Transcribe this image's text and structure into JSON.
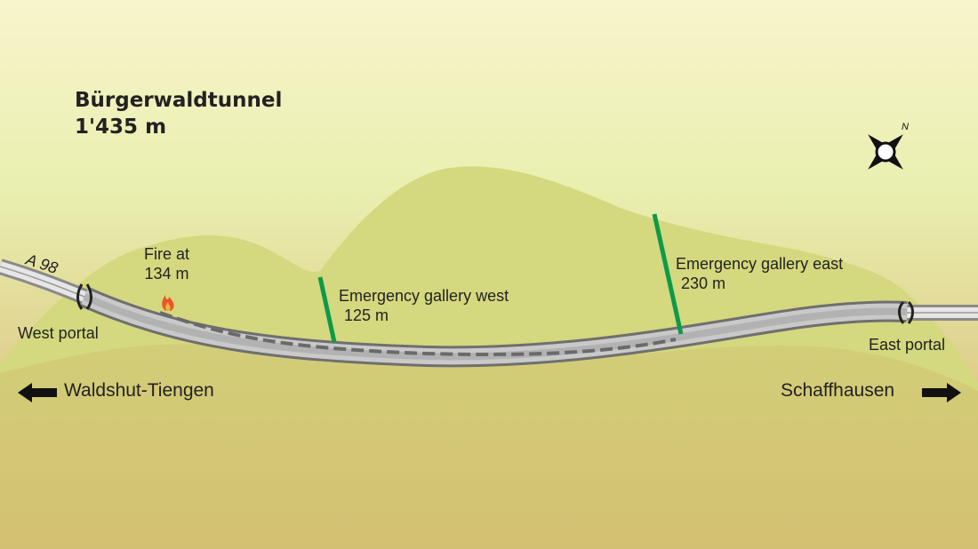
{
  "tunnel": {
    "name": "Bürgerwaldtunnel",
    "length": "1'435 m"
  },
  "road": {
    "label": "A 98"
  },
  "fire": {
    "label": "Fire at",
    "position": "134 m"
  },
  "galleries": [
    {
      "label": "Emergency gallery west",
      "position": "125 m"
    },
    {
      "label": "Emergency gallery east",
      "position": "230 m"
    }
  ],
  "portals": {
    "west": "West portal",
    "east": "East portal"
  },
  "destinations": {
    "west": "Waldshut-Tiengen",
    "east": "Schaffhausen"
  },
  "compass": {
    "north": "N"
  },
  "colors": {
    "sky_top": "#f7f3c8",
    "sky_mid": "#eaf0b0",
    "ground_top": "#d6c777",
    "ground_bottom": "#d4ae6a",
    "hill": "#d2d97e",
    "gallery": "#0d9a48",
    "fire": "#e8572a",
    "tunnel": "#7a7a7a"
  }
}
